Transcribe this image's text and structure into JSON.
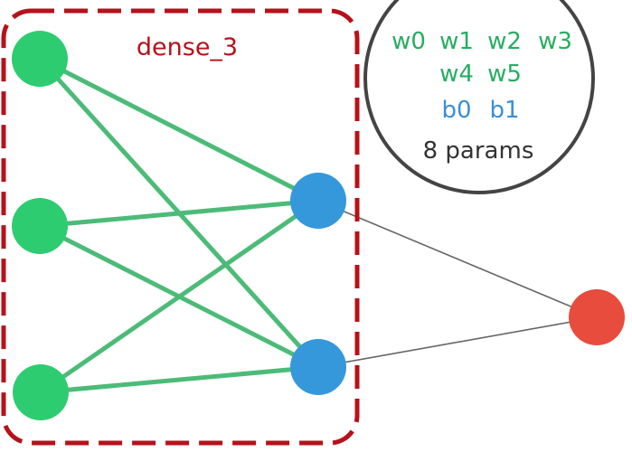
{
  "layer": {
    "name": "dense_3"
  },
  "params": {
    "weights": [
      "w0",
      "w1",
      "w2",
      "w3",
      "w4",
      "w5"
    ],
    "biases": [
      "b0",
      "b1"
    ],
    "count_label": "8 params"
  },
  "colors": {
    "input_node": "#2ecc71",
    "hidden_node": "#3498db",
    "output_node": "#e74c3c",
    "strong_edge": "#4cbb78",
    "thin_edge": "#666666",
    "frame": "#b5121b",
    "weight_text": "#27ae60",
    "bias_text": "#3a8fd8",
    "count_text": "#333333"
  }
}
